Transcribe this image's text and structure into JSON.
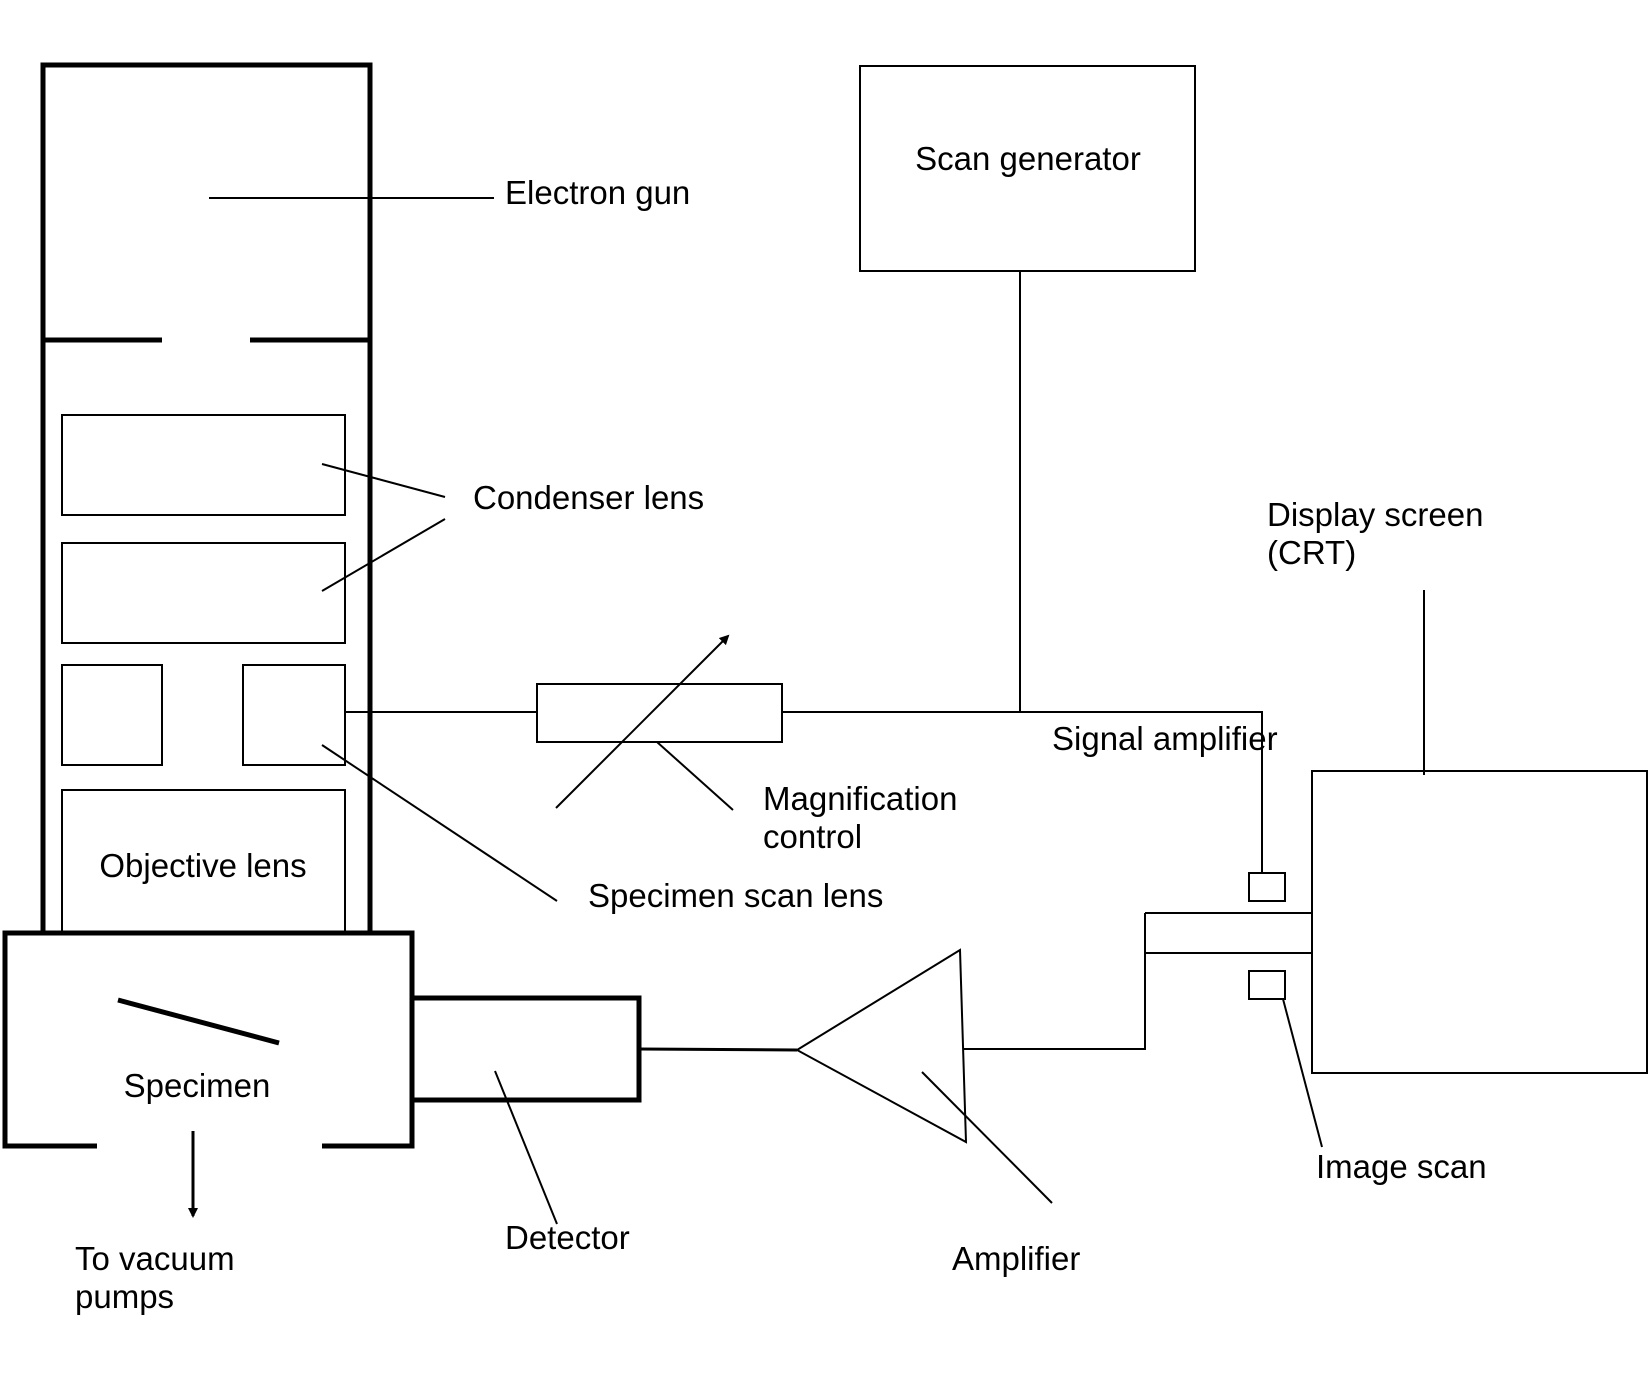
{
  "labels": {
    "electron_gun": "Electron gun",
    "scan_generator": "Scan generator",
    "condenser_lens": "Condenser lens",
    "display_screen_line1": "Display screen",
    "display_screen_line2": "(CRT)",
    "signal_amplifier": "Signal amplifier",
    "magnification_control_line1": "Magnification",
    "magnification_control_line2": "control",
    "objective_lens": "Objective lens",
    "specimen_scan_lens": "Specimen scan lens",
    "specimen": "Specimen",
    "image_scan": "Image scan",
    "detector": "Detector",
    "amplifier": "Amplifier",
    "vacuum_line1": "To vacuum",
    "vacuum_line2": "pumps"
  }
}
